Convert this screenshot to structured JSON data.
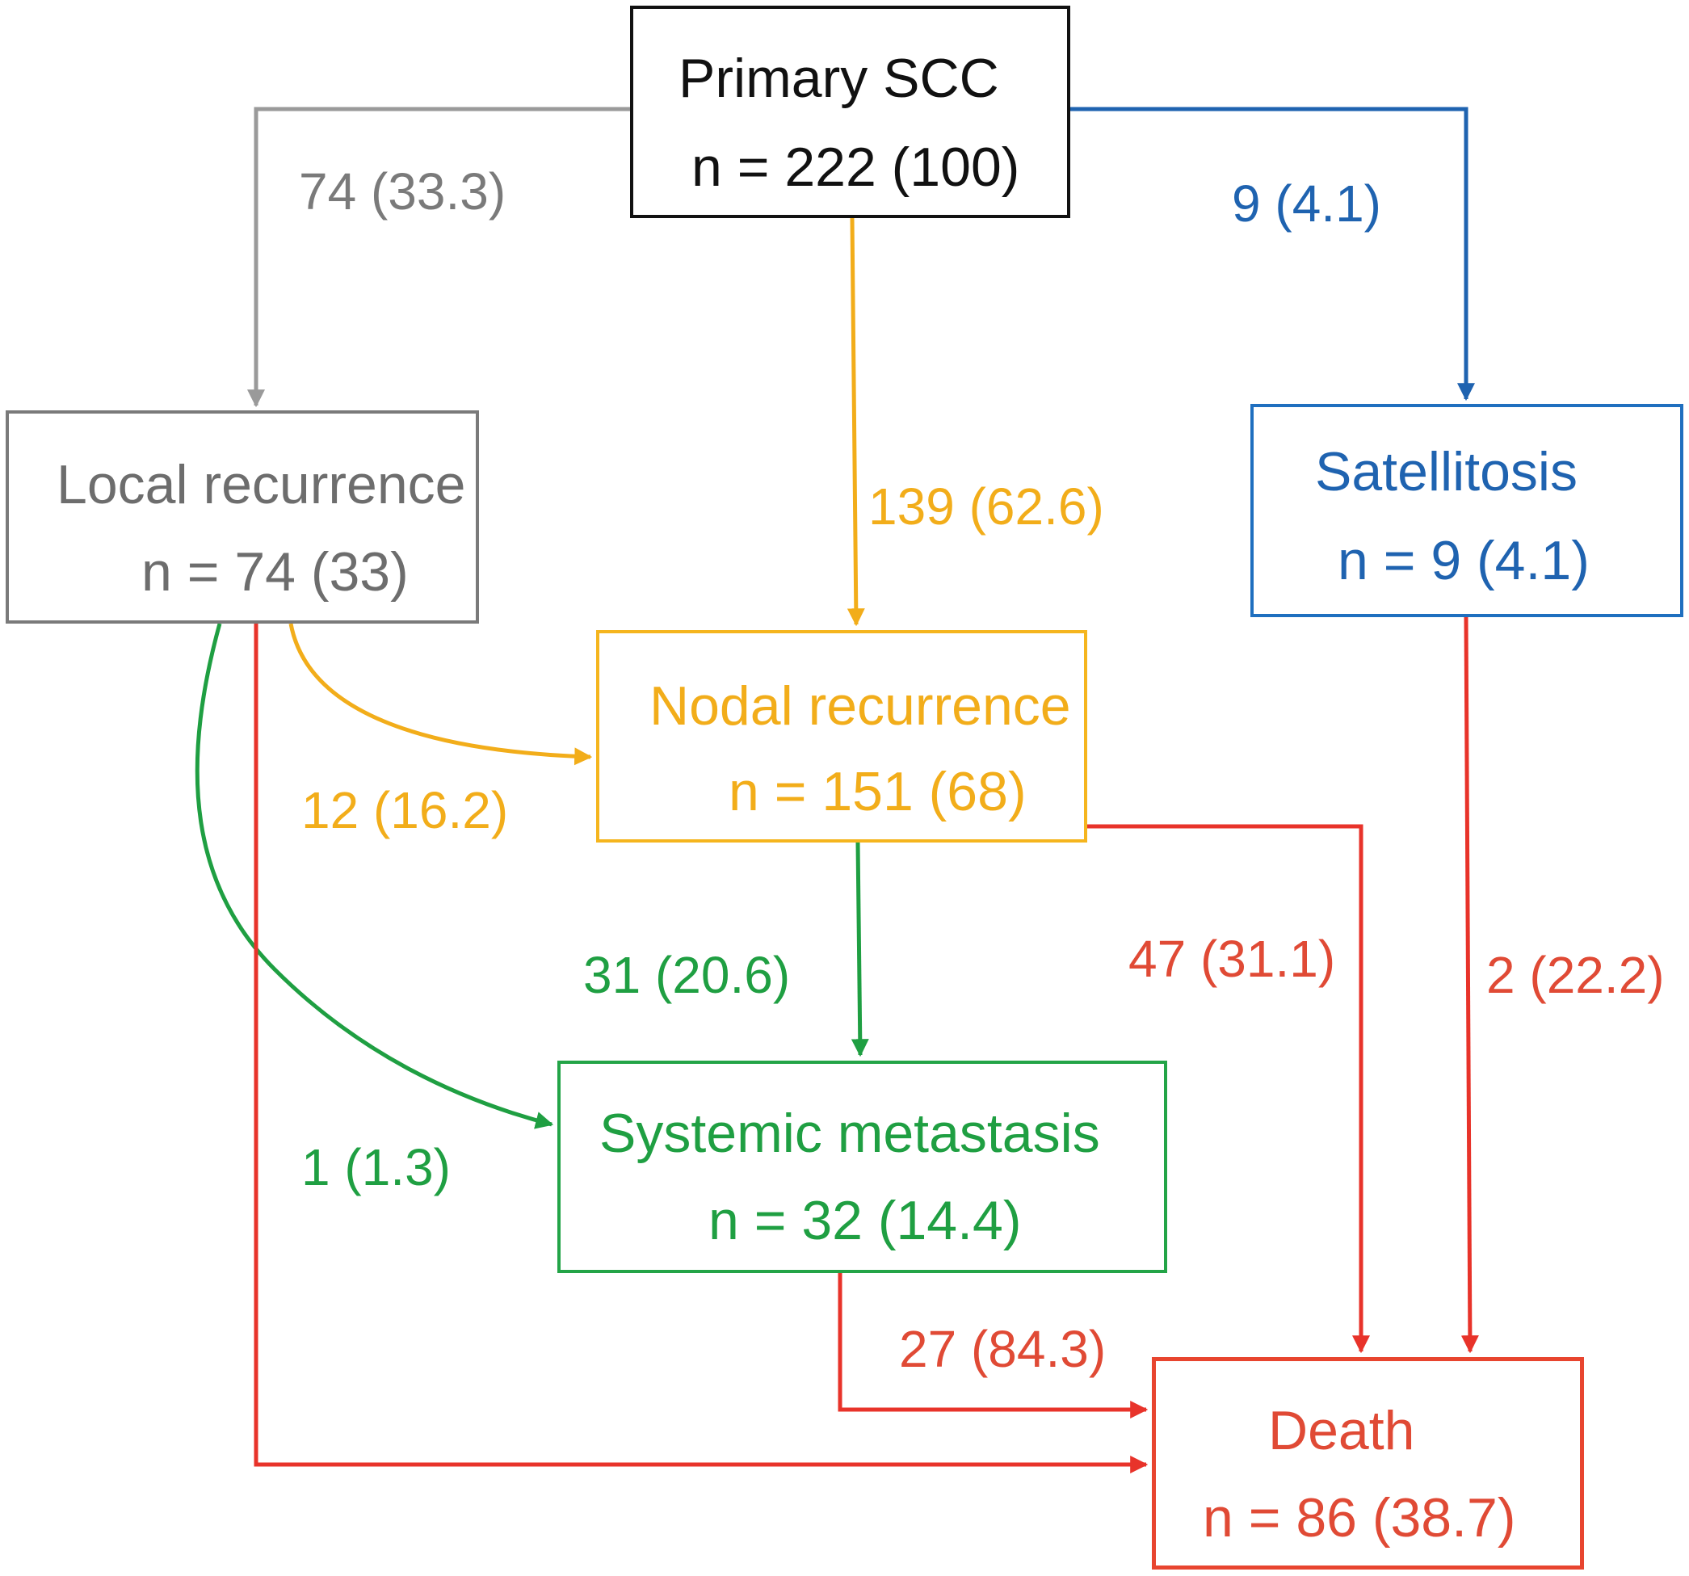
{
  "colors": {
    "primary": "#111111",
    "local": "#7a7a7a",
    "nodal": "#f2ad1a",
    "satellitosis": "#1f63b0",
    "systemic": "#1f9f42",
    "death": "#e04a35"
  },
  "nodes": {
    "primary": {
      "title": "Primary SCC",
      "count": "n = 222 (100)"
    },
    "local": {
      "title": "Local recurrence",
      "count": "n = 74 (33)"
    },
    "satellitosis": {
      "title": "Satellitosis",
      "count": "n = 9 (4.1)"
    },
    "nodal": {
      "title": "Nodal recurrence",
      "count": "n = 151 (68)"
    },
    "systemic": {
      "title": "Systemic metastasis",
      "count": "n = 32 (14.4)"
    },
    "death": {
      "title": "Death",
      "count": "n = 86 (38.7)"
    }
  },
  "edges": {
    "primary_to_local": {
      "from": "Primary SCC",
      "to": "Local recurrence",
      "label": "74 (33.3)"
    },
    "primary_to_nodal": {
      "from": "Primary SCC",
      "to": "Nodal recurrence",
      "label": "139 (62.6)"
    },
    "primary_to_satellitosis": {
      "from": "Primary SCC",
      "to": "Satellitosis",
      "label": "9 (4.1)"
    },
    "local_to_nodal": {
      "from": "Local recurrence",
      "to": "Nodal recurrence",
      "label": "12 (16.2)"
    },
    "local_to_systemic": {
      "from": "Local recurrence",
      "to": "Systemic metastasis",
      "label": "1 (1.3)"
    },
    "nodal_to_systemic": {
      "from": "Nodal recurrence",
      "to": "Systemic metastasis",
      "label": "31 (20.6)"
    },
    "nodal_to_death": {
      "from": "Nodal recurrence",
      "to": "Death",
      "label": "47 (31.1)"
    },
    "satellitosis_to_death": {
      "from": "Satellitosis",
      "to": "Death",
      "label": "2 (22.2)"
    },
    "systemic_to_death": {
      "from": "Systemic metastasis",
      "to": "Death",
      "label": "27 (84.3)"
    },
    "local_to_death": {
      "from": "Local recurrence",
      "to": "Death",
      "label": ""
    }
  }
}
